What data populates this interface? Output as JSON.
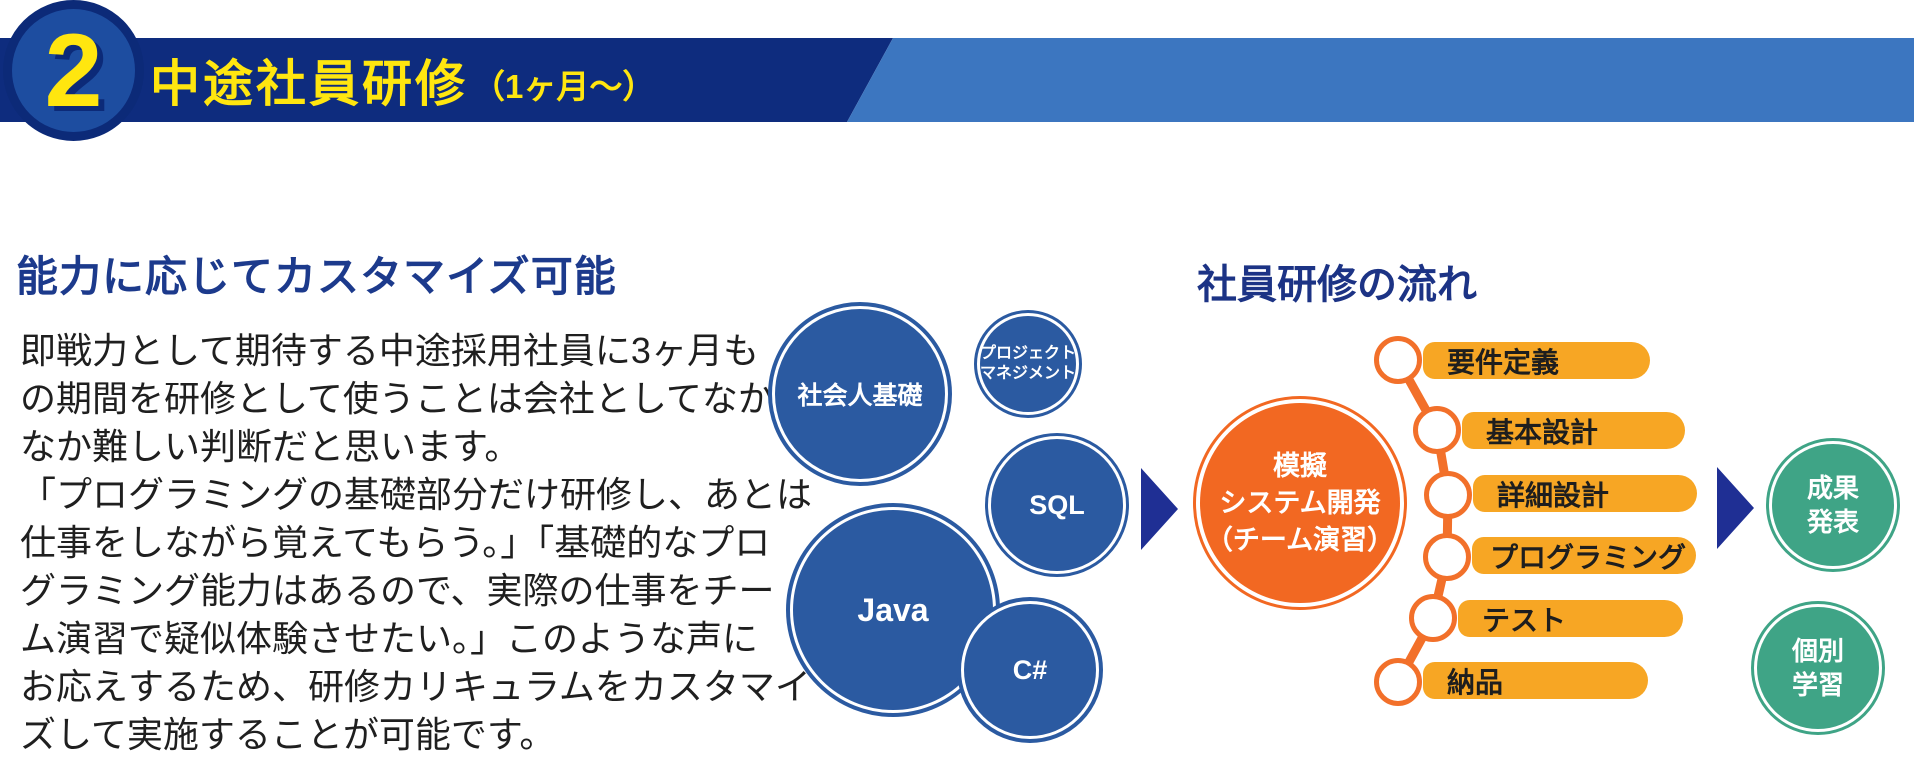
{
  "header": {
    "badge_number": "2",
    "title": "中途社員研修",
    "title_suffix": "（1ヶ月～）"
  },
  "left_section": {
    "heading": "能力に応じてカスタマイズ可能",
    "body": "即戦力として期待する中途採用社員に3ヶ月も\nの期間を研修として使うことは会社としてなか\nなか難しい判断だと思います。\n「プログラミングの基礎部分だけ研修し、あとは\n仕事をしながら覚えてもらう。」「基礎的なプロ\nグラミング能力はあるので、実際の仕事をチー\nム演習で疑似体験させたい。」このような声に\nお応えするため、研修カリキュラムをカスタマイ\nズして実施することが可能です。"
  },
  "skills": {
    "bubbles": [
      {
        "label": "社会人基礎"
      },
      {
        "label": "プロジェクト\nマネジメント"
      },
      {
        "label": "SQL"
      },
      {
        "label": "Java"
      },
      {
        "label": "C#"
      }
    ]
  },
  "process": {
    "title": "社員研修の流れ",
    "center_circle_label": "模擬\nシステム開発\n（チーム演習）",
    "steps": [
      {
        "label": "要件定義"
      },
      {
        "label": "基本設計"
      },
      {
        "label": "詳細設計"
      },
      {
        "label": "プログラミング"
      },
      {
        "label": "テスト"
      },
      {
        "label": "納品"
      }
    ],
    "outcomes": [
      {
        "label": "成果\n発表"
      },
      {
        "label": "個別\n学習"
      }
    ]
  },
  "colors": {
    "navy_band": "#0e2c7e",
    "light_blue_band": "#3c76c0",
    "banner_yellow": "#ffe60f",
    "heading_navy": "#1c3a8c",
    "bubble_blue": "#2b5aa1",
    "orange": "#f26822",
    "amber_bar": "#f7a624",
    "green": "#3fa486",
    "arrow_navy": "#1f2f94"
  }
}
